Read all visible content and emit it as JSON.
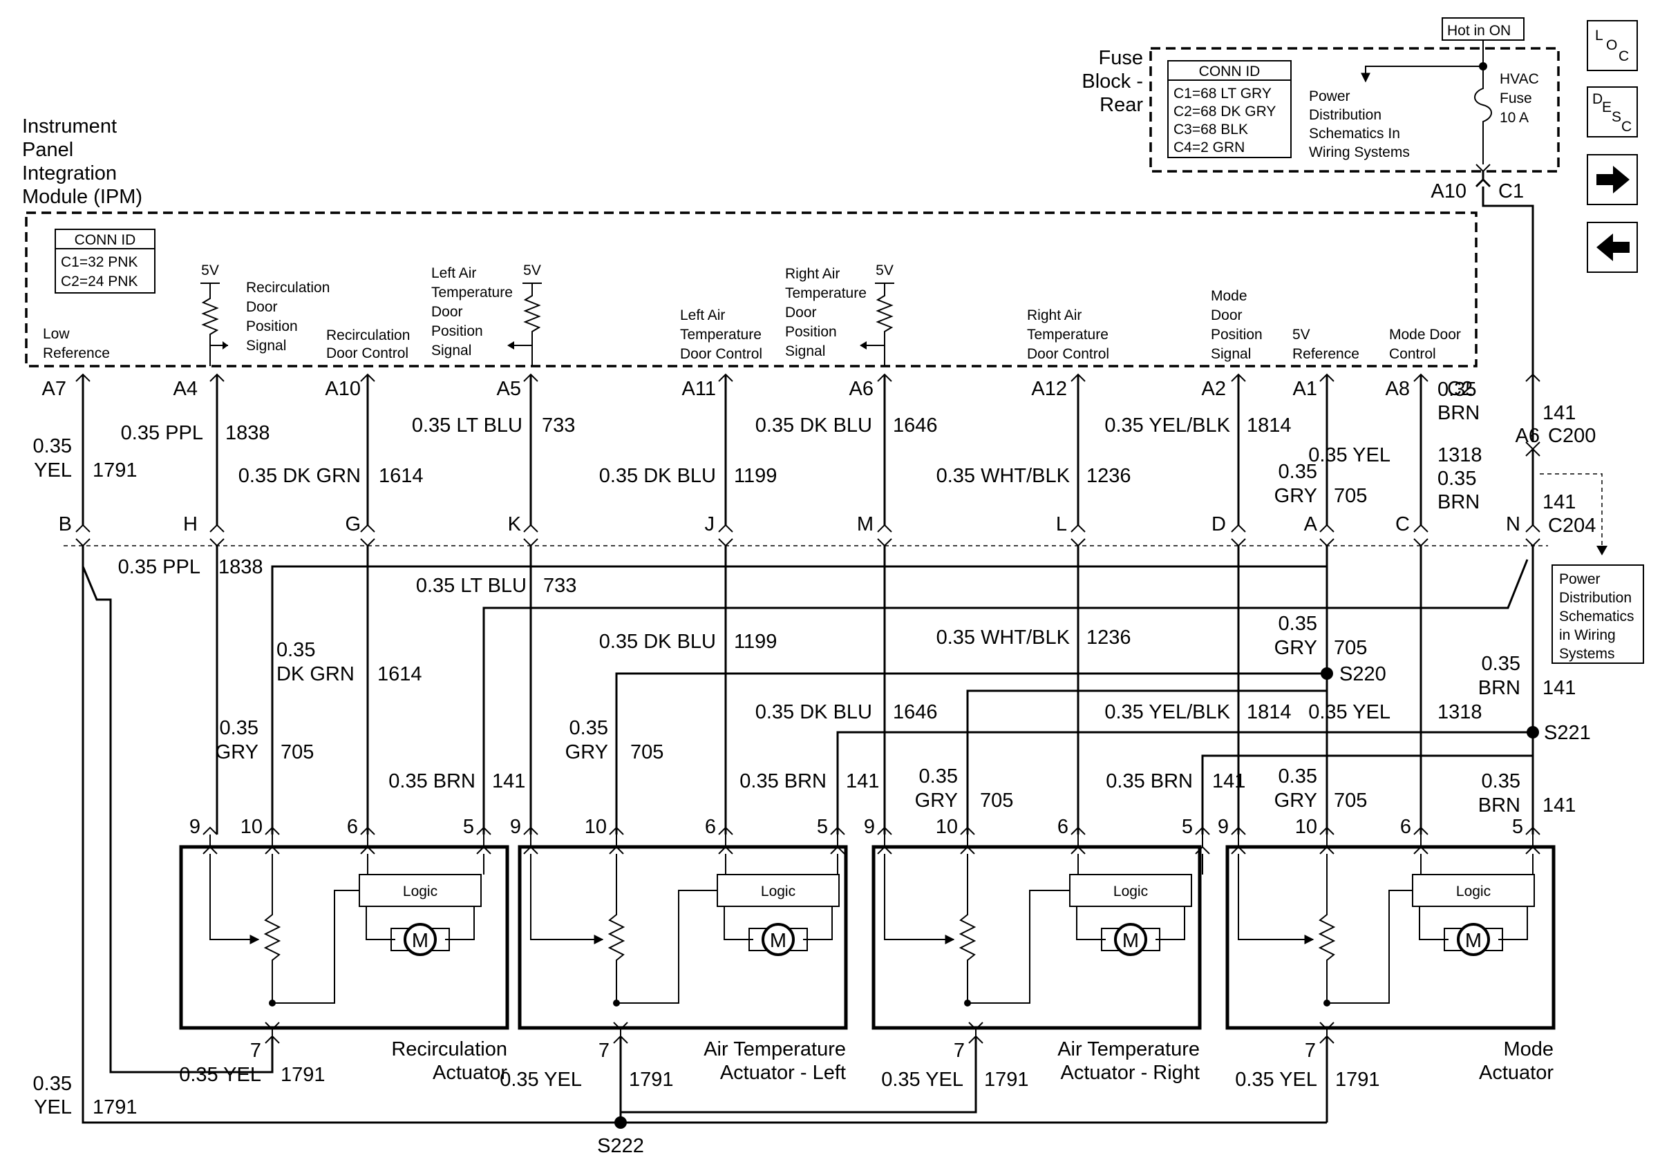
{
  "nav": {
    "loc": {
      "a": "L",
      "b": "O",
      "c": "C"
    },
    "desc": {
      "a": "D",
      "b": "E",
      "c": "S",
      "d": "C"
    },
    "next_icon": "arrow-right-icon",
    "prev_icon": "arrow-left-icon"
  },
  "fuse_block": {
    "hot_label": "Hot in ON",
    "title": [
      "Fuse",
      "Block -",
      "Rear"
    ],
    "conn_id_header": "CONN ID",
    "conn_ids": [
      "C1=68 LT GRY",
      "C2=68 DK GRY",
      "C3=68 BLK",
      "C4=2 GRN"
    ],
    "power_dist": [
      "Power",
      "Distribution",
      "Schematics In",
      "Wiring Systems"
    ],
    "fuse_label": [
      "HVAC",
      "Fuse",
      "10 A"
    ],
    "pin": "A10",
    "connector": "C1"
  },
  "ipm": {
    "title": [
      "Instrument",
      "Panel",
      "Integration",
      "Module (IPM)"
    ],
    "conn_id_header": "CONN ID",
    "conn_ids": [
      "C1=32 PNK",
      "C2=24 PNK"
    ],
    "five_v": "5V",
    "signals": {
      "low_ref": [
        "Low",
        "Reference"
      ],
      "recirc_pos": [
        "Recirculation",
        "Door",
        "Position",
        "Signal"
      ],
      "recirc_ctrl": [
        "Recirculation",
        "Door Control"
      ],
      "left_temp_pos": [
        "Left Air",
        "Temperature",
        "Door",
        "Position",
        "Signal"
      ],
      "left_temp_ctrl": [
        "Left  Air",
        "Temperature",
        "Door Control"
      ],
      "right_temp_pos": [
        "Right Air",
        "Temperature",
        "Door",
        "Position",
        "Signal"
      ],
      "right_temp_ctrl": [
        "Right  Air",
        "Temperature",
        "Door Control"
      ],
      "mode_pos": [
        "Mode",
        "Door",
        "Position",
        "Signal"
      ],
      "five_v_ref": [
        "5V",
        "Reference"
      ],
      "mode_ctrl": [
        "Mode Door",
        "Control"
      ]
    },
    "pins": [
      "A7",
      "A4",
      "A10",
      "A5",
      "A11",
      "A6",
      "A12",
      "A2",
      "A1",
      "A8",
      "C2"
    ]
  },
  "wires_upper": {
    "yel_gauge": "0.35",
    "yel_color": "YEL",
    "yel_circuit": "1791",
    "ppl": "0.35 PPL",
    "ppl_c": "1838",
    "dkgrn": "0.35 DK GRN",
    "dkgrn_c": "1614",
    "ltblu": "0.35 LT BLU",
    "ltblu_c": "733",
    "dkblu1199": "0.35 DK BLU",
    "dkblu1199_c": "1199",
    "dkblu1646": "0.35 DK BLU",
    "dkblu1646_c": "1646",
    "whtblk": "0.35 WHT/BLK",
    "whtblk_c": "1236",
    "yelblk": "0.35 YEL/BLK",
    "yelblk_c": "1814",
    "gry_gauge": "0.35",
    "gry_color": "GRY",
    "gry_c": "705",
    "yel1318": "0.35 YEL",
    "yel1318_c": "1318",
    "brn_gauge": "0.35",
    "brn_color": "BRN",
    "brn_c": "141"
  },
  "connectors": {
    "c200": "C200",
    "c200_pin": "A6",
    "c204": "C204",
    "c204_pins": [
      "B",
      "H",
      "G",
      "K",
      "J",
      "M",
      "L",
      "D",
      "A",
      "C",
      "N"
    ]
  },
  "power_dist_2": [
    "Power",
    "Distribution",
    "Schematics",
    "in Wiring",
    "Systems"
  ],
  "wires_lower": {
    "ppl": "0.35 PPL",
    "ppl_c": "1838",
    "ltblu": "0.35 LT BLU",
    "ltblu_c": "733",
    "dkgrn_g": "0.35",
    "dkgrn_col": "DK GRN",
    "dkgrn_c": "1614",
    "dkblu1199": "0.35 DK BLU",
    "dkblu1199_c": "1199",
    "whtblk": "0.35 WHT/BLK",
    "whtblk_c": "1236",
    "gry_g": "0.35",
    "gry_col": "GRY",
    "gry_c": "705",
    "dkblu1646": "0.35 DK BLU",
    "dkblu1646_c": "1646",
    "yelblk": "0.35 YEL/BLK",
    "yelblk_c": "1814",
    "yel1318": "0.35 YEL",
    "yel1318_c": "1318",
    "brn_g": "0.35",
    "brn_col": "BRN",
    "brn_c": "141",
    "brn_label": "0.35 BRN",
    "splices": {
      "s220": "S220",
      "s221": "S221",
      "s222": "S222"
    }
  },
  "actuators": [
    {
      "name": [
        "Recirculation",
        "Actuator"
      ],
      "pins": [
        "9",
        "10",
        "6",
        "5"
      ],
      "ground_pin": "7",
      "logic": "Logic",
      "motor": "M"
    },
    {
      "name": [
        "Air Temperature",
        "Actuator - Left"
      ],
      "pins": [
        "9",
        "10",
        "6",
        "5"
      ],
      "ground_pin": "7",
      "logic": "Logic",
      "motor": "M"
    },
    {
      "name": [
        "Air Temperature",
        "Actuator - Right"
      ],
      "pins": [
        "9",
        "10",
        "6",
        "5"
      ],
      "ground_pin": "7",
      "logic": "Logic",
      "motor": "M"
    },
    {
      "name": [
        "Mode",
        "Actuator"
      ],
      "pins": [
        "9",
        "10",
        "6",
        "5"
      ],
      "ground_pin": "7",
      "logic": "Logic",
      "motor": "M"
    }
  ],
  "ground": {
    "yel": "0.35 YEL",
    "c": "1791",
    "g": "0.35",
    "col": "YEL"
  }
}
